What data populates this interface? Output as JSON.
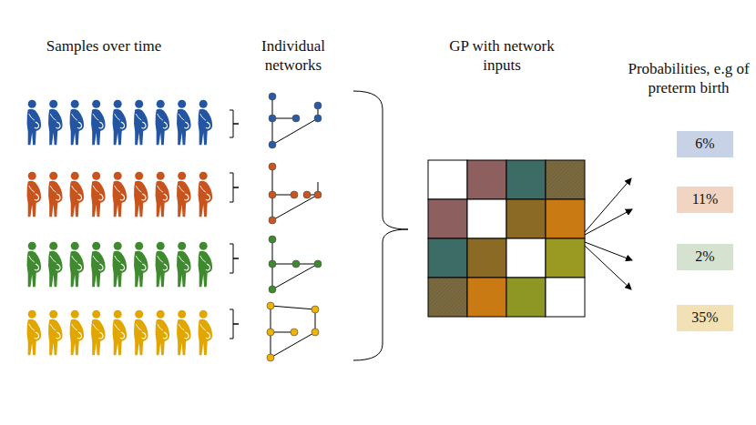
{
  "diagram": {
    "nodes": [
      {
        "text": [
          "6%"
        ]
      },
      {
        "text": [
          "11%"
        ]
      },
      {
        "text": [
          "2%"
        ]
      },
      {
        "text": [
          "35%"
        ]
      }
    ],
    "labels": [
      "Samples over time",
      "Individual networks",
      "GP with network inputs",
      "Probabilities, e.g of preterm birth"
    ]
  }
}
